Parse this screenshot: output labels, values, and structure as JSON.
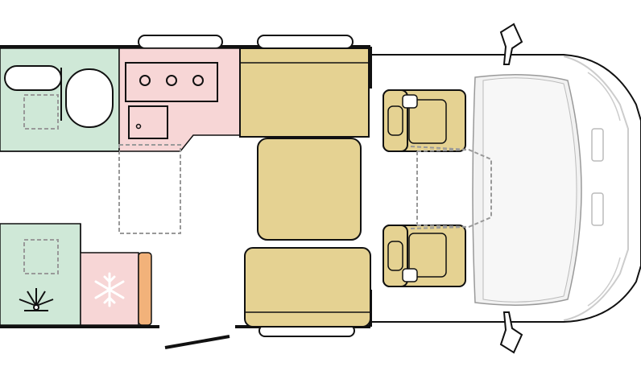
{
  "diagram": {
    "type": "campervan-floor-plan",
    "zones": [
      {
        "name": "bathroom",
        "fill": "#cfe8d7"
      },
      {
        "name": "kitchen",
        "fill": "#f7d6d6"
      },
      {
        "name": "dinette-seating",
        "fill": "#e5d292"
      },
      {
        "name": "cab-seats",
        "fill": "#e5d292"
      },
      {
        "name": "wardrobe",
        "fill": "#cfe8d7"
      },
      {
        "name": "fridge",
        "fill": "#f7d6d6"
      },
      {
        "name": "fridge-side-panel",
        "fill": "#f2b27a"
      },
      {
        "name": "cab-windscreen",
        "fill": "#f2f2f2"
      }
    ],
    "icons": [
      "sink-icon",
      "toilet-icon",
      "hob-icon",
      "kitchen-sink-icon",
      "light-icon",
      "snowflake-icon",
      "skylight-icon",
      "mirror-icon"
    ],
    "colors": {
      "outline": "#111111",
      "wall": "#111111",
      "dashed": "#999999",
      "cab_grey": "#cccccc"
    }
  }
}
